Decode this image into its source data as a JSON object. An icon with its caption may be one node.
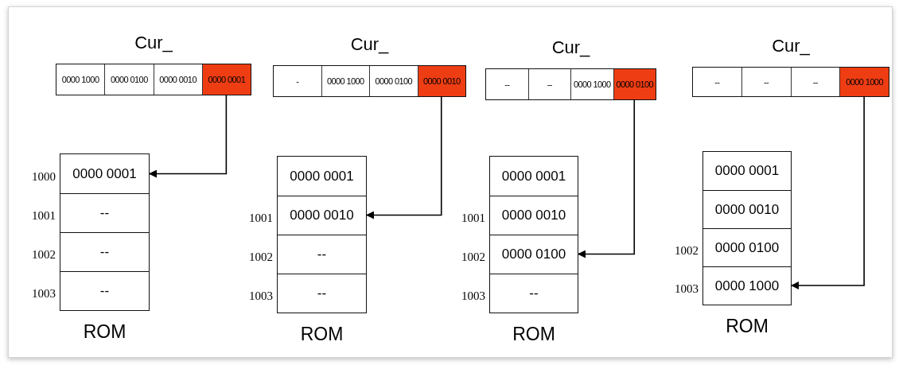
{
  "diagram": {
    "nodes": [
      {
        "text": [
          "Cur_"
        ]
      },
      {
        "text": [
          "0000 1000"
        ],
        "in": 0
      },
      {
        "text": [
          "0000 0100"
        ],
        "in": 0
      },
      {
        "text": [
          "0000 0010"
        ],
        "in": 0
      },
      {
        "text": [
          "0000 0001"
        ],
        "in": 0
      },
      {
        "text": [
          "ROM"
        ]
      },
      {
        "text": [
          "0000 0001"
        ],
        "in": 5,
        "beside": [
          "1000"
        ]
      },
      {
        "text": [
          "--"
        ],
        "in": 5,
        "beside": [
          "1001"
        ]
      },
      {
        "text": [
          "--"
        ],
        "in": 5,
        "beside": [
          "1002"
        ]
      },
      {
        "text": [
          "--"
        ],
        "in": 5,
        "beside": [
          "1003"
        ]
      },
      {
        "text": [
          "Cur_"
        ]
      },
      {
        "text": [
          "-"
        ],
        "in": 10
      },
      {
        "text": [
          "0000 1000"
        ],
        "in": 10
      },
      {
        "text": [
          "0000 0100"
        ],
        "in": 10
      },
      {
        "text": [
          "0000 0010"
        ],
        "in": 10
      },
      {
        "text": [
          "ROM"
        ]
      },
      {
        "text": [
          "0000 0001"
        ],
        "in": 15
      },
      {
        "text": [
          "0000 0010"
        ],
        "in": 15,
        "beside": [
          "1001"
        ]
      },
      {
        "text": [
          "--"
        ],
        "in": 15,
        "beside": [
          "1002"
        ]
      },
      {
        "text": [
          "--"
        ],
        "in": 15,
        "beside": [
          "1003"
        ]
      },
      {
        "text": [
          "Cur_"
        ]
      },
      {
        "text": [
          "--"
        ],
        "in": 20
      },
      {
        "text": [
          "--"
        ],
        "in": 20
      },
      {
        "text": [
          "0000 1000"
        ],
        "in": 20
      },
      {
        "text": [
          "0000 0100"
        ],
        "in": 20
      },
      {
        "text": [
          "ROM"
        ]
      },
      {
        "text": [
          "0000 0001"
        ],
        "in": 25
      },
      {
        "text": [
          "0000 0010"
        ],
        "in": 25,
        "beside": [
          "1001"
        ]
      },
      {
        "text": [
          "0000 0100"
        ],
        "in": 25,
        "beside": [
          "1002"
        ]
      },
      {
        "text": [
          "--"
        ],
        "in": 25,
        "beside": [
          "1003"
        ]
      },
      {
        "text": [
          "Cur_"
        ]
      },
      {
        "text": [
          "--"
        ],
        "in": 30
      },
      {
        "text": [
          "--"
        ],
        "in": 30
      },
      {
        "text": [
          "--"
        ],
        "in": 30
      },
      {
        "text": [
          "0000 1000"
        ],
        "in": 30
      },
      {
        "text": [
          "ROM"
        ]
      },
      {
        "text": [
          "0000 0001"
        ],
        "in": 35
      },
      {
        "text": [
          "0000 0010"
        ],
        "in": 35
      },
      {
        "text": [
          "0000 0100"
        ],
        "in": 35,
        "beside": [
          "1002"
        ]
      },
      {
        "text": [
          "0000 1000"
        ],
        "in": 35,
        "beside": [
          "1003"
        ]
      }
    ],
    "edges": [
      {
        "from": 4,
        "to": 6,
        "arrow": "to"
      },
      {
        "from": 14,
        "to": 17,
        "arrow": "to"
      },
      {
        "from": 24,
        "to": 28,
        "arrow": "to"
      },
      {
        "from": 34,
        "to": 39,
        "arrow": "to"
      }
    ]
  }
}
